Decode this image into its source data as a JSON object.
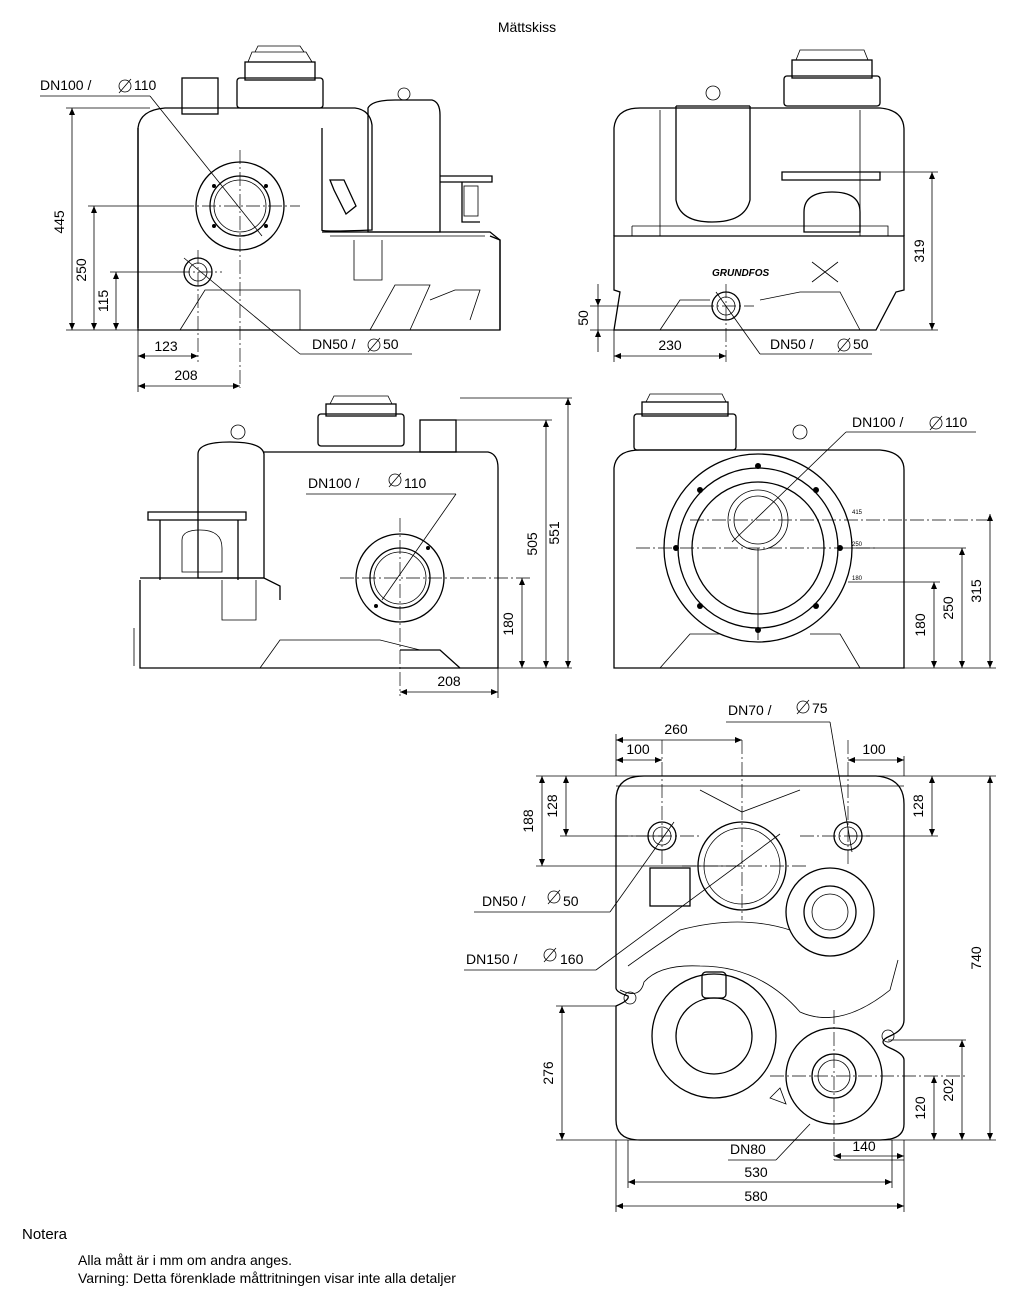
{
  "title": "Mättskiss",
  "views": {
    "side_left": {
      "inlet_label": "DN100 /",
      "inlet_dia": "110",
      "outlet_label": "DN50 /",
      "outlet_dia": "50",
      "dims": {
        "h445": "445",
        "h250": "250",
        "h115": "115",
        "w123": "123",
        "w208": "208"
      }
    },
    "front": {
      "outlet_label": "DN50 /",
      "outlet_dia": "50",
      "dims": {
        "h319": "319",
        "h50": "50",
        "w230": "230"
      }
    },
    "side_right": {
      "inlet_label": "DN100 /",
      "inlet_dia": "110",
      "dims": {
        "h551": "551",
        "h505": "505",
        "h180": "180",
        "w208": "208"
      }
    },
    "back": {
      "inlet_label": "DN100 /",
      "inlet_dia": "110",
      "ring_marks": [
        "415",
        "250",
        "180"
      ],
      "dims": {
        "h315": "315",
        "h250": "250",
        "h180": "180"
      }
    },
    "top": {
      "vent_label": "DN70 /",
      "vent_dia": "75",
      "small_inlet_label": "DN50 /",
      "small_inlet_dia": "50",
      "large_inlet_label": "DN150 /",
      "large_inlet_dia": "160",
      "outlet_label": "DN80",
      "dims": {
        "w260": "260",
        "w100a": "100",
        "w100b": "100",
        "h188": "188",
        "h128a": "128",
        "h128b": "128",
        "h740": "740",
        "h276": "276",
        "h202": "202",
        "h120": "120",
        "w140": "140",
        "w530": "530",
        "w580": "580"
      }
    }
  },
  "brand_logo_text": "GRUNDFOS",
  "notes": {
    "heading": "Notera",
    "line1": "Alla mått är i mm om andra anges.",
    "line2": "Varning: Detta förenklade måttritningen visar inte alla detaljer"
  }
}
